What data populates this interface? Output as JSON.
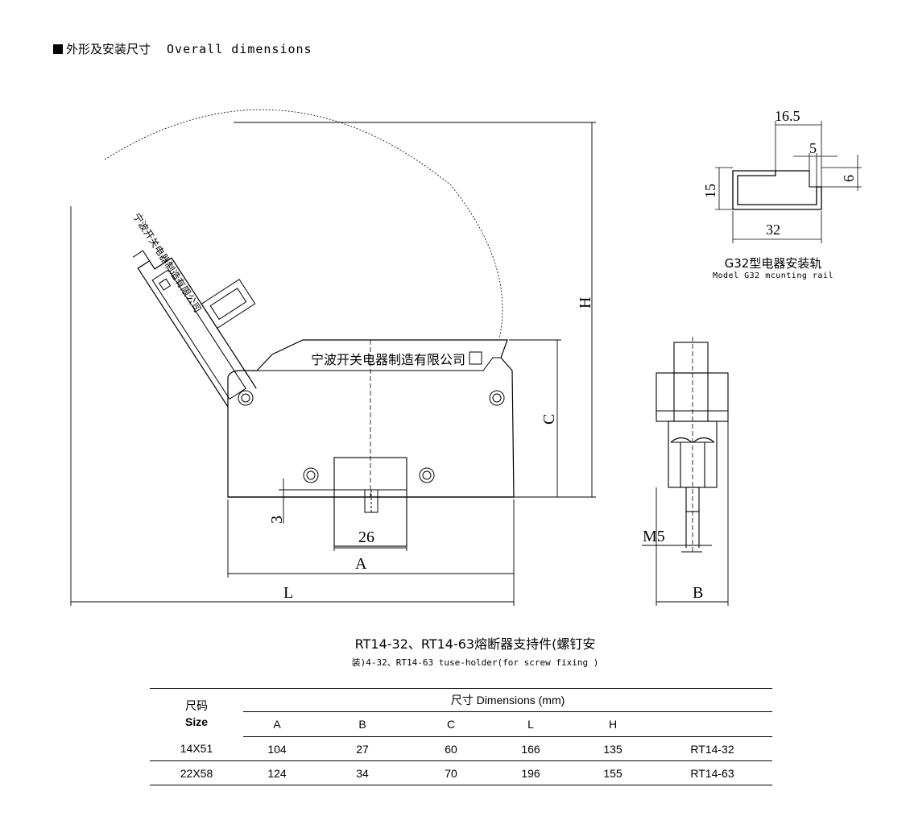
{
  "header": {
    "title_cn": "外形及安装尺寸",
    "title_en": "Overall dimensions"
  },
  "main_drawing": {
    "company_name": "宁波开关电器制造有限公司",
    "dim_labels": {
      "H": "H",
      "C": "C",
      "A": "A",
      "L": "L",
      "w26": "26",
      "d3": "3",
      "B": "B",
      "M5": "M5"
    }
  },
  "rail": {
    "dims": {
      "top": "16.5",
      "lip": "5",
      "h15": "15",
      "h6": "6",
      "w32": "32"
    },
    "caption_cn": "G32型电器安装轨",
    "caption_en": "Model G32 mcunting rail"
  },
  "caption": {
    "line1": "RT14-32、RT14-63熔断器支持件(螺钉安",
    "line2": "装)4-32、RT14-63 tuse-holder(for screw fixing )"
  },
  "table": {
    "size_label_cn": "尺码",
    "size_label_en": "Size",
    "dims_label": "尺寸 Dimensions (mm)",
    "columns": [
      "A",
      "B",
      "C",
      "L",
      "H"
    ],
    "rows": [
      {
        "size": "14X51",
        "A": "104",
        "B": "27",
        "C": "60",
        "L": "166",
        "H": "135",
        "model": "RT14-32"
      },
      {
        "size": "22X58",
        "A": "124",
        "B": "34",
        "C": "70",
        "L": "196",
        "H": "155",
        "model": "RT14-63"
      }
    ]
  }
}
